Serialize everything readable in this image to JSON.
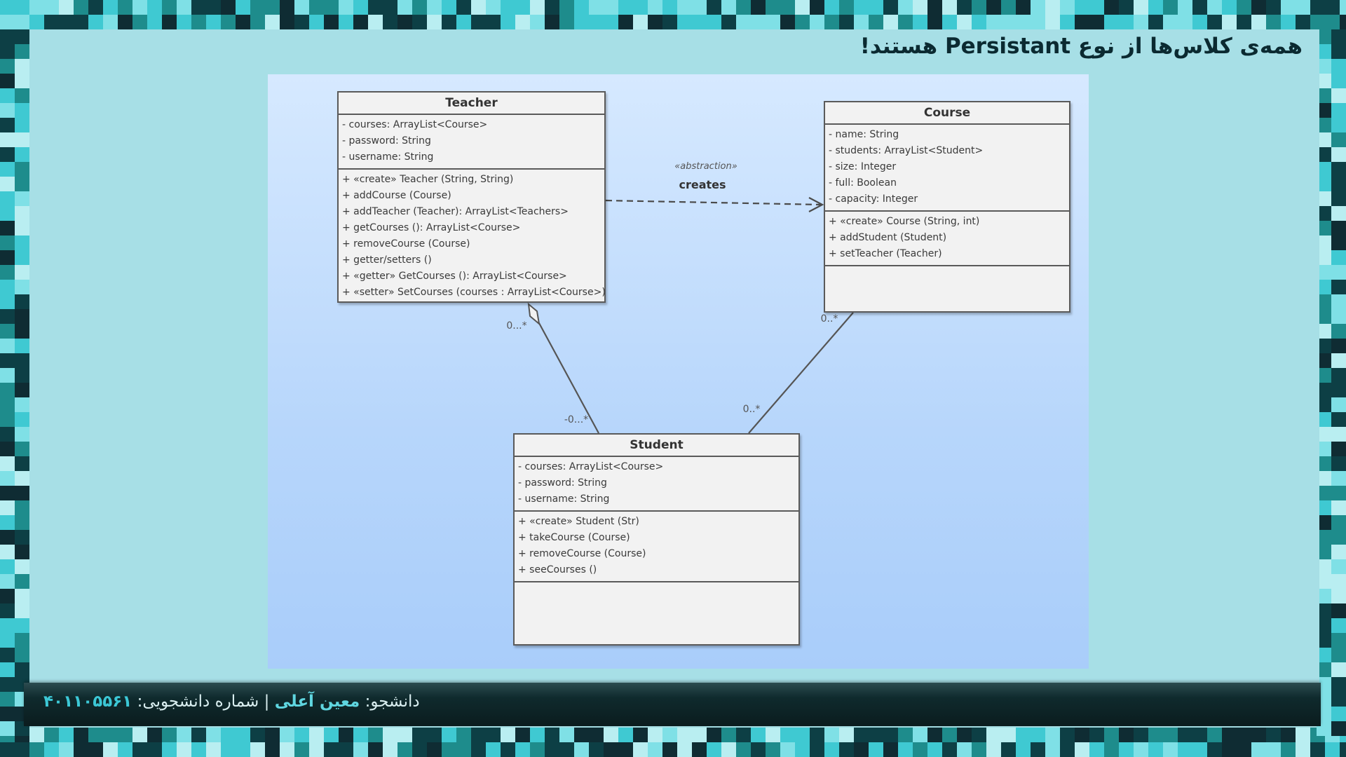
{
  "title": "همه‌ی کلاس‌ها از نوع Persistant هستند!",
  "footer": {
    "student_label": "دانشجو:",
    "student_name": "معین آعلی",
    "separator": "|",
    "id_label": "شماره دانشجویی:",
    "id_value": "۴۰۱۱۰۵۵۶۱"
  },
  "colors": {
    "pattern": [
      "#0d3f45",
      "#1e8c8c",
      "#3fc9d2",
      "#7fe0e6",
      "#b9eef1",
      "#0f2c33"
    ],
    "accent": "#3cc8d6",
    "class_border": "#5a5a5a",
    "class_fill": "#f2f2f2"
  },
  "classes": {
    "teacher": {
      "name": "Teacher",
      "attributes": [
        "- courses: ArrayList<Course>",
        "- password: String",
        "- username: String"
      ],
      "operations": [
        "+ «create» Teacher (String, String)",
        "+ addCourse (Course)",
        "+ addTeacher (Teacher): ArrayList<Teachers>",
        "+ getCourses (): ArrayList<Course>",
        "+ removeCourse (Course)",
        "+ getter/setters ()",
        "+ «getter» GetCourses (): ArrayList<Course>",
        "+ «setter» SetCourses (courses : ArrayList<Course>)"
      ]
    },
    "course": {
      "name": "Course",
      "attributes": [
        "- name: String",
        "- students: ArrayList<Student>",
        "- size: Integer",
        "- full: Boolean",
        "- capacity: Integer"
      ],
      "operations": [
        "+ «create» Course (String, int)",
        "+ addStudent (Student)",
        "+ setTeacher (Teacher)"
      ]
    },
    "student": {
      "name": "Student",
      "attributes": [
        "- courses: ArrayList<Course>",
        "- password: String",
        "- username: String"
      ],
      "operations": [
        "+ «create» Student (Str)",
        "+ takeCourse (Course)",
        "+ removeCourse (Course)",
        "+ seeCourses ()"
      ]
    }
  },
  "relations": {
    "dependency": {
      "stereotype": "«abstraction»",
      "label": "creates"
    },
    "aggregation": {
      "teacher_end": "0...*",
      "student_end": "-0...*"
    },
    "association": {
      "course_end": "0..*",
      "student_end": "0..*"
    }
  }
}
